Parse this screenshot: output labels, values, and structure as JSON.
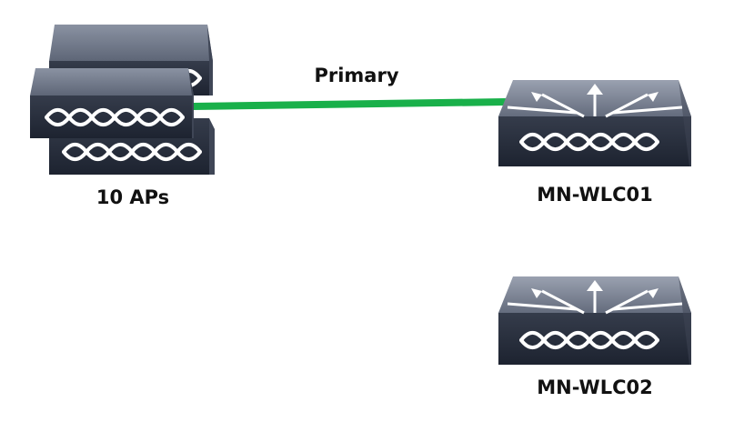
{
  "link": {
    "label": "Primary",
    "color": "#19b04a"
  },
  "devices": {
    "ap_group": {
      "label": "10 APs",
      "icon": "access-point-stack-icon"
    },
    "wlc01": {
      "label": "MN-WLC01",
      "icon": "wireless-lan-controller-icon"
    },
    "wlc02": {
      "label": "MN-WLC02",
      "icon": "wireless-lan-controller-icon"
    }
  },
  "colors": {
    "device_top": "#6f7788",
    "device_front": "#272e3c",
    "device_side": "#3f4656",
    "chain": "#ffffff"
  }
}
